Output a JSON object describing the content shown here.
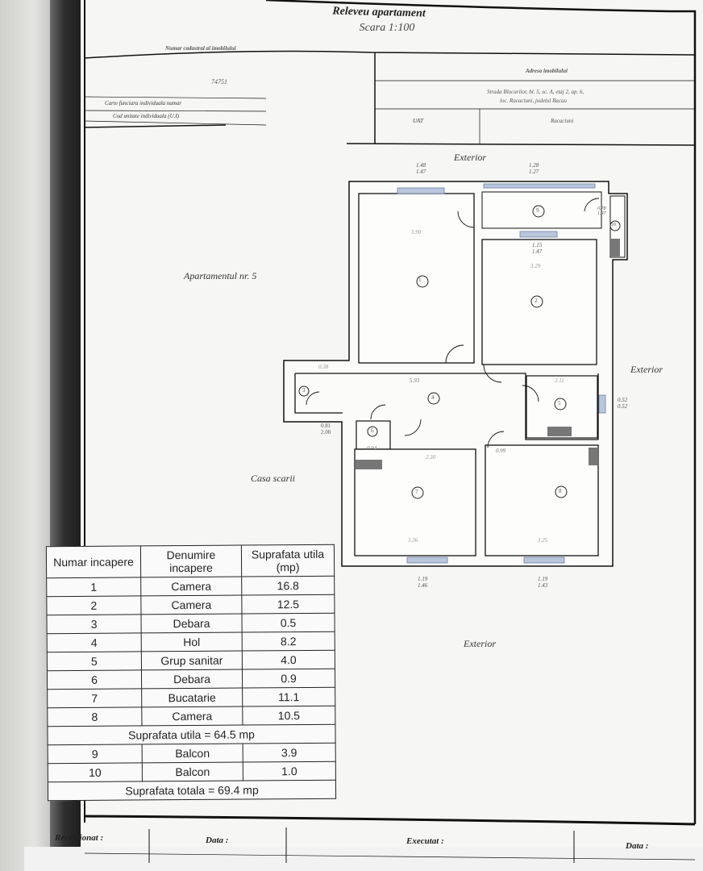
{
  "header": {
    "title": "Releveu apartament",
    "scale": "Scara 1:100"
  },
  "cadastre": {
    "label": "Numar cadastral al imobilului",
    "number": "74751",
    "carte_funciara_label": "Carte funciara individuala numar",
    "cod_unitate_label": "Cod unitate individuala (U.I)"
  },
  "address": {
    "label": "Adresa imobilului",
    "line1": "Strada Blocurilor, bl. 5, sc. A, etaj 2, ap. 6,",
    "line2": "loc. Racaciuni, judetul Bacau",
    "uat_label": "UAT",
    "uat_value": "Racaciuni"
  },
  "plan": {
    "exterior_label": "Exterior",
    "apartment_label": "Apartamentul nr. 5",
    "stair_label": "Casa scarii",
    "rooms": [
      "1",
      "2",
      "3",
      "4",
      "5",
      "6",
      "7",
      "8",
      "9",
      "10"
    ],
    "windows": {
      "w_top1": [
        "1.48",
        "1.47"
      ],
      "w_top2": [
        "1.28",
        "1.27"
      ],
      "w_room2": [
        "1.15",
        "1.47"
      ],
      "w_bal": [
        "0.78",
        "1.97"
      ],
      "w_bath": [
        "0.52",
        "0.52"
      ],
      "w_door": [
        "0.81",
        "2.00"
      ],
      "w_bot1": [
        "1.19",
        "1.46"
      ],
      "w_bot2": [
        "1.19",
        "1.43"
      ]
    },
    "dims": {
      "d1": "3.90",
      "d2": "3.29",
      "d3": "5.93",
      "d4": "2.11",
      "d5": "2.30",
      "d6": "3.36",
      "d7": "3.25",
      "d8": "0.94",
      "d9": "0.99",
      "d10": "0.38"
    }
  },
  "table": {
    "headers": [
      "Numar incapere",
      "Denumire incapere",
      "Suprafata utila (mp)"
    ],
    "rows": [
      [
        "1",
        "Camera",
        "16.8"
      ],
      [
        "2",
        "Camera",
        "12.5"
      ],
      [
        "3",
        "Debara",
        "0.5"
      ],
      [
        "4",
        "Hol",
        "8.2"
      ],
      [
        "5",
        "Grup sanitar",
        "4.0"
      ],
      [
        "6",
        "Debara",
        "0.9"
      ],
      [
        "7",
        "Bucatarie",
        "11.1"
      ],
      [
        "8",
        "Camera",
        "10.5"
      ]
    ],
    "subtotal": "Suprafata utila = 64.5 mp",
    "extra_rows": [
      [
        "9",
        "Balcon",
        "3.9"
      ],
      [
        "10",
        "Balcon",
        "1.0"
      ]
    ],
    "total": "Suprafata totala = 69.4 mp"
  },
  "footer": {
    "receptionat": "Receptionat :",
    "data1": "Data :",
    "executat": "Executat :",
    "data2": "Data :"
  }
}
